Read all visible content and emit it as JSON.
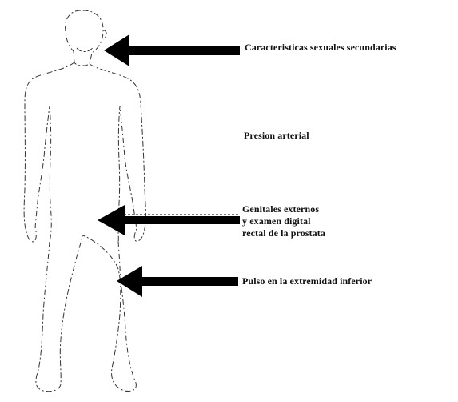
{
  "labels": {
    "secondary_sex": "Caracteristicas sexuales secundarias",
    "blood_pressure": "Presion arterial",
    "genitals": [
      "Genitales externos",
      "y examen digital",
      "rectal de la prostata"
    ],
    "pulse": "Pulso en la extremidad inferior"
  },
  "colors": {
    "arrow": "#000000",
    "outline": "#333333",
    "text": "#111111",
    "background": "#ffffff"
  }
}
